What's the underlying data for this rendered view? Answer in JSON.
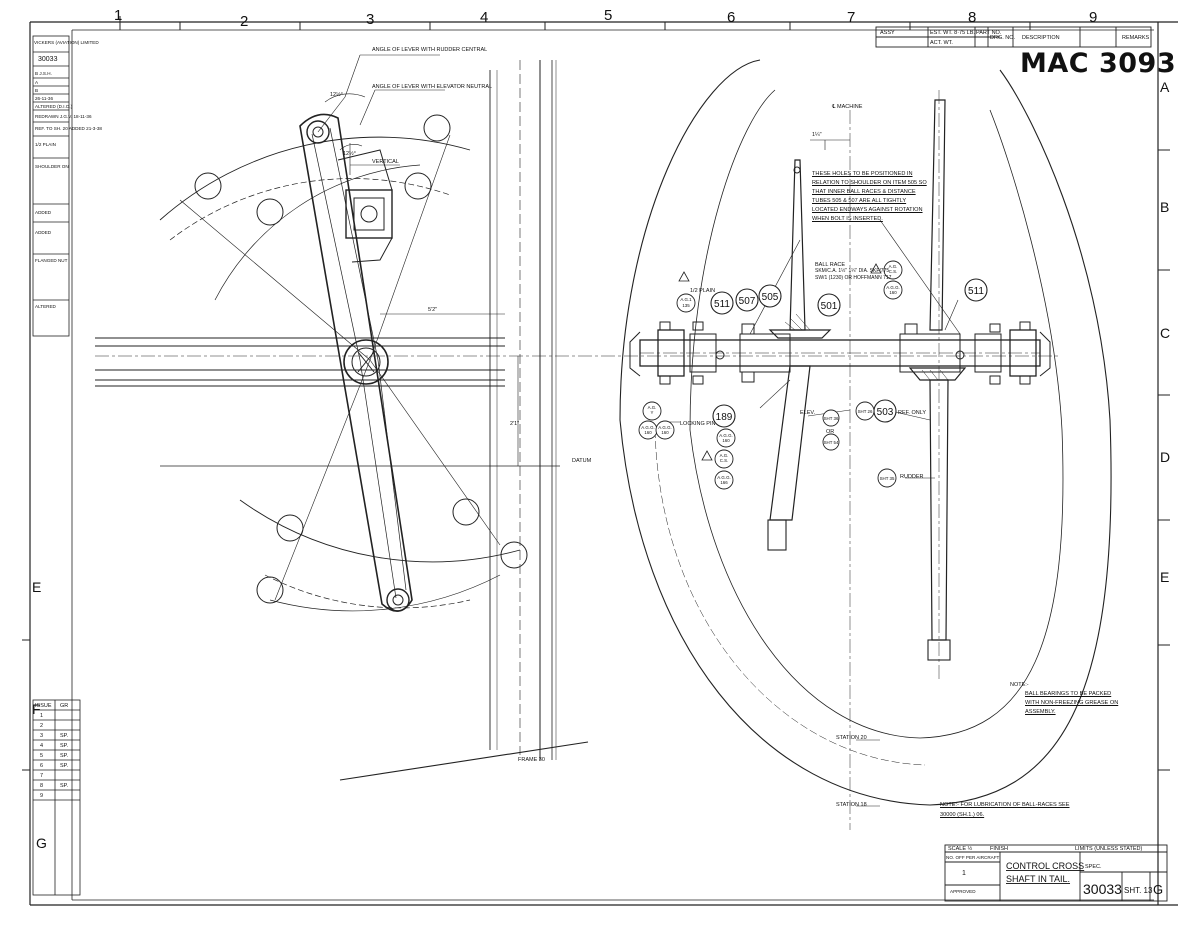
{
  "sheet_id": "MAC 3093",
  "col_labels": [
    "1",
    "2",
    "3",
    "4",
    "5",
    "6",
    "7",
    "8",
    "9"
  ],
  "row_labels_right": [
    "A",
    "B",
    "C",
    "D",
    "E"
  ],
  "row_labels_left": [
    "E",
    "F",
    "G"
  ],
  "header": {
    "assy": "ASSY",
    "est_wt": "EST. WT. 8·75 LB.",
    "act_wt": "ACT. WT.",
    "part_no": "PART NO.",
    "drg_no": "DRG. NO.",
    "description": "DESCRIPTION",
    "remarks": "REMARKS"
  },
  "left_column": {
    "top": "VICKERS (AVIATION) LIMITED",
    "dwg": "30033",
    "notes": [
      "B J.S.H.",
      "A",
      "B",
      "26-11-36",
      "ALTERED (D.I.O.)",
      "REDRAWN J.G.V. 18-11-36",
      "REF. TO SH. 20 ADDED 21-3-38",
      "1/2 PLAIN",
      "SHOULDER ON",
      "ADDED",
      "ADDED",
      "FLANGED NUT",
      "ALTERED"
    ]
  },
  "issue_table": {
    "header": [
      "ISSUE",
      "GR"
    ],
    "rows": [
      [
        "1",
        ""
      ],
      [
        "2",
        ""
      ],
      [
        "3",
        "SP."
      ],
      [
        "4",
        "SP."
      ],
      [
        "5",
        "SP."
      ],
      [
        "6",
        "SP."
      ],
      [
        "7",
        ""
      ],
      [
        "8",
        "SP."
      ],
      [
        "9",
        ""
      ]
    ]
  },
  "labels": {
    "angle_rudder": "ANGLE OF LEVER WITH RUDDER CENTRAL",
    "angle_elevator": "ANGLE OF LEVER WITH ELEVATOR NEUTRAL",
    "vertical": "VERTICAL",
    "angle_top": "12½°",
    "angle_mid": "12½°",
    "dim_horizontal": "5'2\"",
    "dim_vertical": "2'1\"",
    "datum": "DATUM",
    "frame": "FRAME 30",
    "machine_cl": "℄ MACHINE",
    "offset": "1¼\"",
    "holes_note": "THESE HOLES TO BE POSITIONED IN RELATION TO SHOULDER ON ITEM 505 SO THAT INNER BALL RACES & DISTANCE TUBES 505 & 507 ARE ALL TIGHTLY LOCATED ENDWAYS AGAINST ROTATION WHEN BOLT IS INSERTED.",
    "ball_race": "BALL RACE",
    "ball_race_spec": "SKM/C.A. 1½\" 1¼\" DIA. SKF/775 SW/1 (1230) OR HOFFMANN 717",
    "plain": "1/2 PLAIN",
    "locking_pin": "LOCKING PIN",
    "elev": "ELEV.",
    "ref_only": "REF. ONLY",
    "rudder": "RUDDER",
    "or": "OR",
    "station_20": "STATION 20",
    "station_18": "STATION 18",
    "note_title": "NOTE:-",
    "note_ball": "BALL BEARINGS TO BE PACKED WITH NON-FREEZING GREASE ON ASSEMBLY.",
    "note_lub": "NOTE:- FOR LUBRICATION OF BALL-RACES SEE 30000 (SH.1.) 06."
  },
  "balloons": {
    "b511a": "511",
    "b507": "507",
    "b505": "505",
    "b501": "501",
    "b511b": "511",
    "b189": "189",
    "b503": "503",
    "sht35": "SHT 35",
    "sht36": "SHT 36",
    "sht54": "SHT 54",
    "sht26": "SHT 26"
  },
  "spec_bubbles": {
    "ag1": [
      "A.G.1",
      "135"
    ],
    "ag2": [
      "A.G.",
      "Y",
      "C.S."
    ],
    "ag3": [
      "A.G.G.",
      "160"
    ],
    "ag4": [
      "A.G.G.",
      "166"
    ]
  },
  "title_block": {
    "scale": "SCALE ½",
    "finish": "FINISH",
    "limits": "LIMITS (UNLESS STATED)",
    "no_off": "NO. OFF PER AIRCRAFT",
    "qty": "1",
    "title_line1": "CONTROL CROSS",
    "title_line2": "SHAFT IN TAIL.",
    "spec": "SPEC.",
    "dwg_no": "30033",
    "sheet": "SHT. 13",
    "issue": "G",
    "approved": "APPROVED"
  }
}
